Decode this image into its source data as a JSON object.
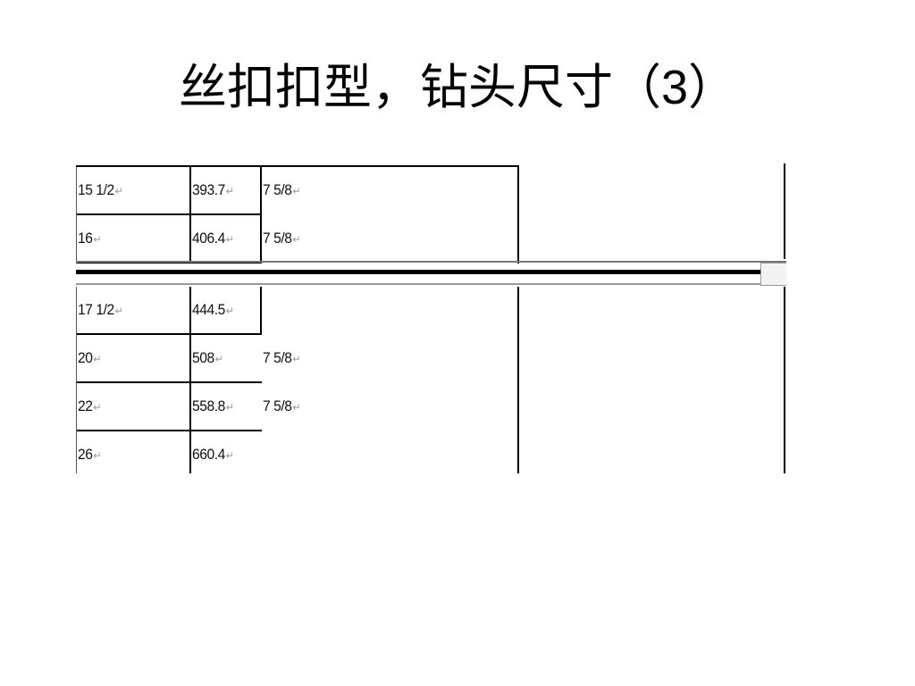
{
  "slide": {
    "title_text": "丝扣扣型，钻头尺寸（",
    "title_num": "3",
    "title_close": "）"
  },
  "table": {
    "rows_top": [
      {
        "c1": "15 1/2",
        "c2": "393.7",
        "c3": "7 5/8"
      },
      {
        "c1": "16",
        "c2": "406.4",
        "c3": "7 5/8"
      }
    ],
    "rows_bottom": [
      {
        "c1": "17 1/2",
        "c2": "444.5",
        "c3": ""
      },
      {
        "c1": "20",
        "c2": "508",
        "c3": "7 5/8"
      },
      {
        "c1": "22",
        "c2": "558.8",
        "c3": "7 5/8"
      },
      {
        "c1": "26",
        "c2": "660.4",
        "c3": ""
      }
    ],
    "paragraph_mark": "↵"
  }
}
